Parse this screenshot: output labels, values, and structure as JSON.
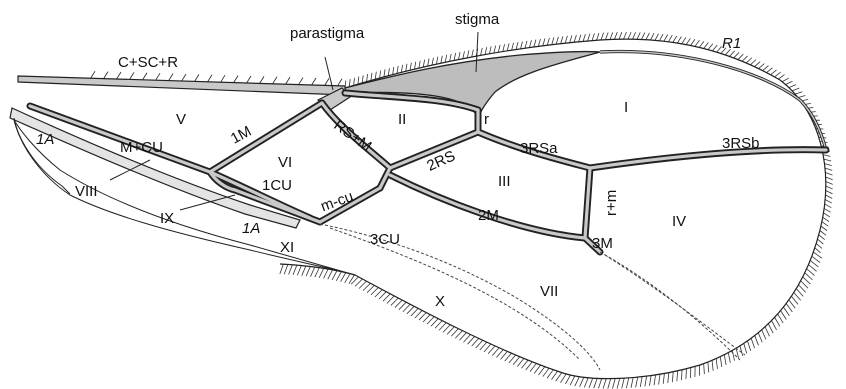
{
  "figure": {
    "vein_labels": {
      "c_sc_r": "C+SC+R",
      "parastigma": "parastigma",
      "stigma": "stigma",
      "r1": "R1",
      "one_m": "1M",
      "m_cu": "M+CU",
      "one_a_base": "1A",
      "one_a_lower": "1A",
      "rs_m": "RS+M",
      "r": "r",
      "two_rs": "2RS",
      "three_rsa": "3RSa",
      "three_rsb": "3RSb",
      "one_cu": "1CU",
      "m_cu_cross": "m-cu",
      "two_m": "2M",
      "r_m": "r+m",
      "three_m": "3M",
      "three_cu": "3CU"
    },
    "cell_labels": {
      "I": "I",
      "II": "II",
      "III": "III",
      "IV": "IV",
      "V": "V",
      "VI": "VI",
      "VII": "VII",
      "VIII": "VIII",
      "IX": "IX",
      "X": "X",
      "XI": "XI"
    },
    "colors": {
      "vein_fill": "#c9c9c9",
      "outline": "#1a1a1a",
      "stigma": "#bdbdbd"
    }
  }
}
